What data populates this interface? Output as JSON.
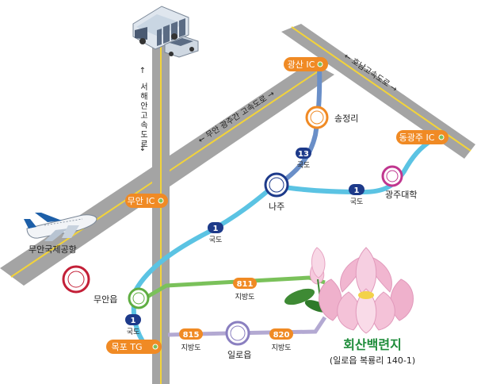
{
  "map": {
    "highways": {
      "seohaean": "서해안고속도로",
      "muan_gwangju": "무안 광주간 고속도로",
      "honam": "호남고속도로"
    },
    "interchanges": {
      "gwangsan": "광산 IC",
      "muan": "무안 IC",
      "donggwangju": "동광주 IC",
      "mokpo": "목포 TG"
    },
    "places": {
      "songjeongri": "송정리",
      "naju": "나주",
      "gwangju_univ": "광주대학",
      "muan_airport": "무안국제공항",
      "muaneup": "무안읍",
      "ilroeup": "일로읍"
    },
    "routes": {
      "r13_num": "13",
      "r13_type": "국도",
      "r1a_num": "1",
      "r1a_type": "국도",
      "r1b_num": "1",
      "r1b_type": "국도",
      "r1c_num": "1",
      "r1c_type": "국도",
      "r811_num": "811",
      "r811_type": "지방도",
      "r815_num": "815",
      "r815_type": "지방도",
      "r820_num": "820",
      "r820_type": "지방도"
    },
    "destination": {
      "name": "회산백련지",
      "address": "(일로읍 복룡리 140-1)"
    },
    "colors": {
      "highway_gray": "#9a9a9a",
      "lane_yellow": "#f2d33a",
      "route_blue": "#5bc3e3",
      "route_navy_badge": "#1d3a8a",
      "route_green": "#7ac15a",
      "route_purple": "#b3a9d2",
      "ic_orange": "#f08a24",
      "title_green": "#1e8c3a"
    },
    "icons": [
      "bus-icon",
      "car-icon",
      "airplane-icon",
      "lotus-icon"
    ]
  }
}
